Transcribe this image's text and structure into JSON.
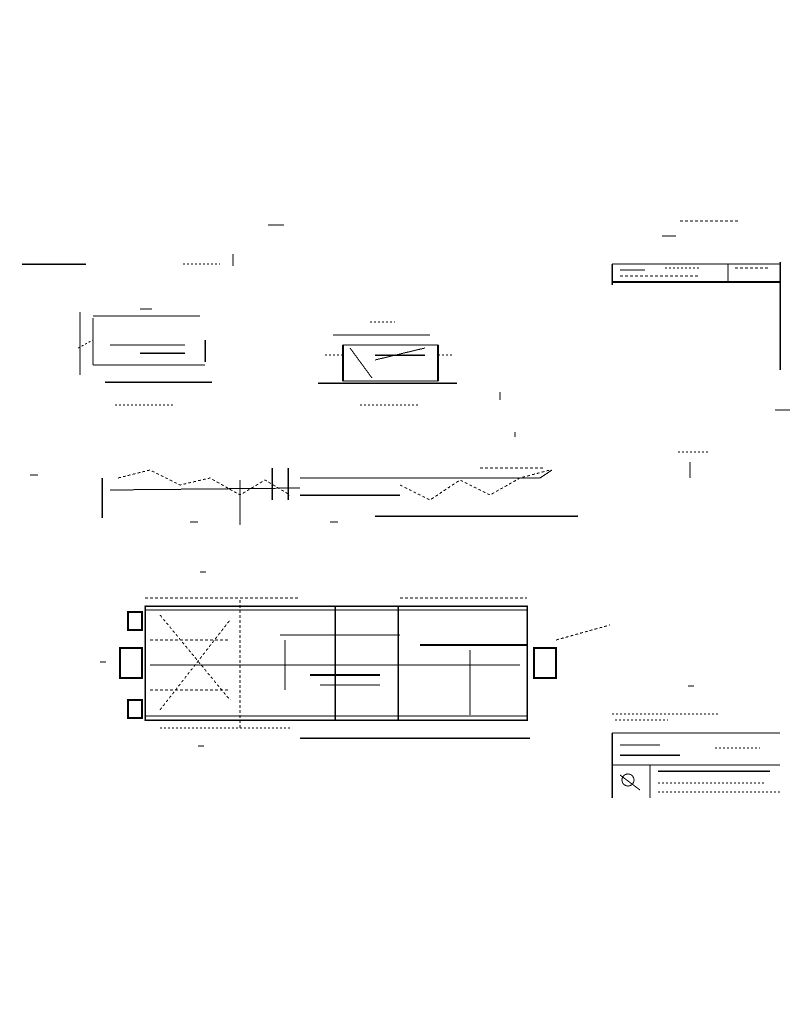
{
  "drawing": {
    "ink_color": "#000000",
    "paper_color": "#ffffff",
    "views": [
      "end-view-left",
      "end-view-right",
      "side-elevation",
      "plan-view"
    ],
    "title_block": {
      "present": true
    }
  }
}
